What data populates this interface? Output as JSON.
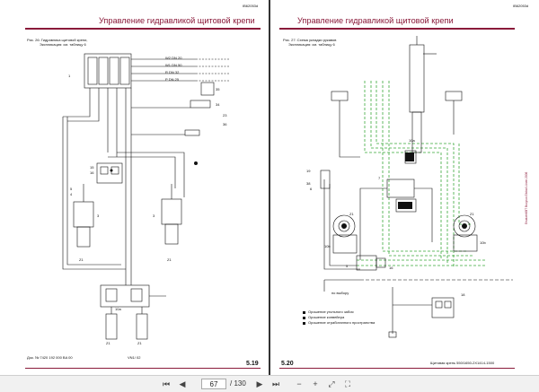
{
  "left_page": {
    "doc_id": "IB62053d",
    "title": "Управление гидравликой щитовой крепи",
    "caption": "Рис. 26: Гидравлика щитовой крепи,",
    "caption_sub": "Экспликация: см. таблицу 6",
    "lines": [
      "W2 DN 20",
      "W1 DN 50",
      "R DN 32",
      "P DN 25"
    ],
    "footer_doc": "Док. № 7420 192 000 BA 00",
    "footer_ver": "VN1/ 02",
    "page_number": "5.19"
  },
  "right_page": {
    "doc_id": "IB62053d",
    "title": "Управление гидравликой щитовой крепи",
    "caption": "Рис. 27: Схема укладки рукавов",
    "caption_sub": "Экспликация: см. таблицу 6",
    "vertical_note": "Ersatzteil/BT Bucyrus Global Lünen 2006",
    "choice_label": "по выбору",
    "legend": [
      "Орошение угольного забоя",
      "Орошение конвейера",
      "Орошение отработанного пространства"
    ],
    "footer_right": "Щитовая крепь 550/1650-2X1414-1500",
    "page_number": "5.20"
  },
  "toolbar": {
    "current_page": "67",
    "total_pages": "/ 130"
  },
  "colors": {
    "accent": "#8a1a3a",
    "green": "#3aa83a"
  },
  "icons": [
    "first-page-icon",
    "prev-page-icon",
    "next-page-icon",
    "last-page-icon",
    "zoom-out-icon",
    "zoom-in-icon",
    "fit-icon",
    "fullscreen-icon"
  ]
}
